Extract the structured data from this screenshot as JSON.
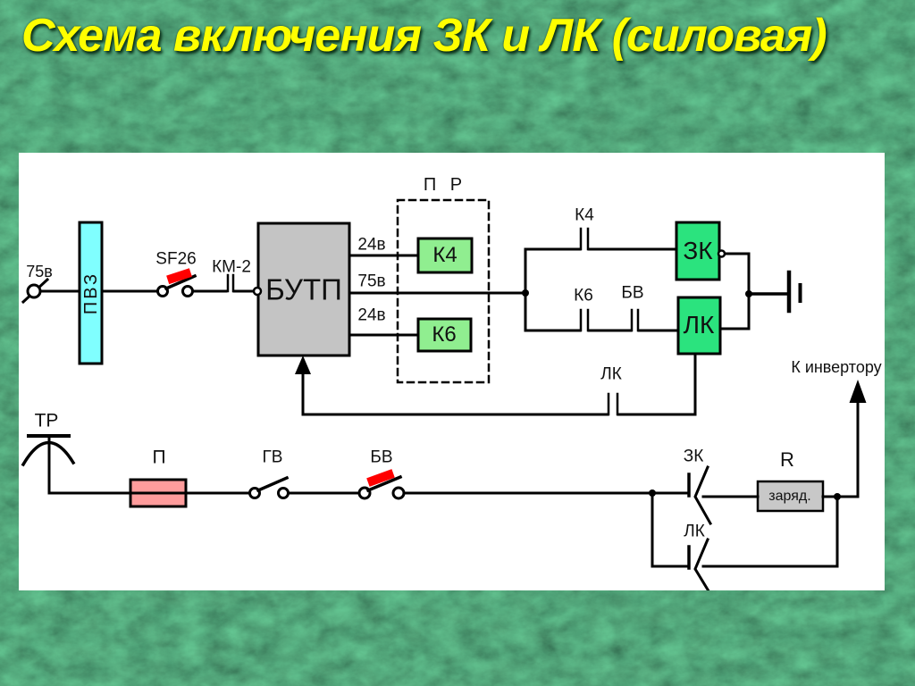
{
  "slide": {
    "title": "Схема включения ЗК и ЛК (силовая)"
  },
  "colors": {
    "background_green": "#1e5c35",
    "title_yellow": "#ffff00",
    "canvas_white": "#ffffff",
    "isolator_cyan": "#80ffff",
    "control_unit_gray": "#c4c4c4",
    "relay_green_light": "#90ee90",
    "coil_green_bright": "#2be37e",
    "fuse_pink": "#ff9c9c",
    "switch_red": "#ff0000",
    "charge_gray": "#c8c8c8",
    "line_black": "#000000"
  },
  "schematic": {
    "source_voltage": "75в",
    "isolator": "ПВЗ",
    "breaker_sf26": "SF26",
    "contactor_km2": "КМ-2",
    "control_unit": "БУТП",
    "out_top": "24в",
    "out_mid": "75в",
    "out_bot": "24в",
    "relay_panel": "П Р",
    "relay_k4": "К4",
    "relay_k6": "К6",
    "contact_k4": "К4",
    "contact_k6": "К6",
    "contact_bv": "БВ",
    "coil_zk": "ЗК",
    "coil_lk": "ЛК",
    "contact_lk_feedback": "ЛК",
    "to_inverter": "К инвертору",
    "pantograph": "ТР",
    "fuse": "П",
    "switch_gv": "ГВ",
    "switch_bv": "БВ",
    "contact_zk_power": "ЗК",
    "resistor": "R",
    "charge": "заряд.",
    "contact_lk_power": "ЛК"
  }
}
